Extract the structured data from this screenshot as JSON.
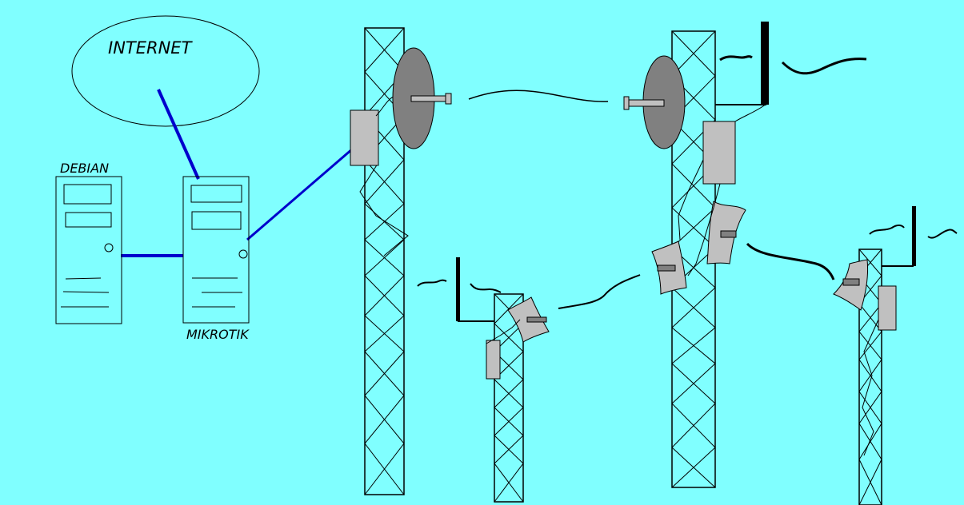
{
  "canvas": {
    "background": "#80ffff"
  },
  "colors": {
    "link": "#0000cc",
    "stroke": "#000000",
    "box": "#c0c0c0",
    "dish": "#808080",
    "server": "#80ffff"
  },
  "labels": {
    "internet": "INTERNET",
    "debian": "DEBIAN",
    "mikrotik": "MIKROTIK"
  },
  "nodes": [
    {
      "id": "internet",
      "kind": "cloud-ellipse"
    },
    {
      "id": "debian",
      "kind": "server-tower"
    },
    {
      "id": "mikrotik",
      "kind": "server-tower"
    },
    {
      "id": "tower-1",
      "kind": "lattice-tower",
      "equipment": [
        "radio-box",
        "dish-antenna"
      ]
    },
    {
      "id": "tower-2",
      "kind": "lattice-tower",
      "equipment": [
        "dish-antenna",
        "omni-antenna",
        "radio-box",
        "sector-antenna",
        "sector-antenna"
      ]
    },
    {
      "id": "tower-3",
      "kind": "lattice-tower",
      "equipment": [
        "omni-antenna",
        "radio-box",
        "sector-antenna"
      ]
    },
    {
      "id": "tower-4",
      "kind": "lattice-tower",
      "equipment": [
        "omni-antenna",
        "radio-box",
        "sector-antenna"
      ]
    }
  ],
  "links": [
    {
      "from": "internet",
      "to": "mikrotik",
      "type": "wired"
    },
    {
      "from": "debian",
      "to": "mikrotik",
      "type": "wired"
    },
    {
      "from": "mikrotik",
      "to": "tower-1",
      "type": "wired"
    },
    {
      "from": "tower-1",
      "to": "tower-2",
      "type": "wireless"
    },
    {
      "from": "tower-3",
      "to": "tower-2",
      "type": "wireless"
    },
    {
      "from": "tower-2",
      "to": "tower-4",
      "type": "wireless"
    }
  ]
}
